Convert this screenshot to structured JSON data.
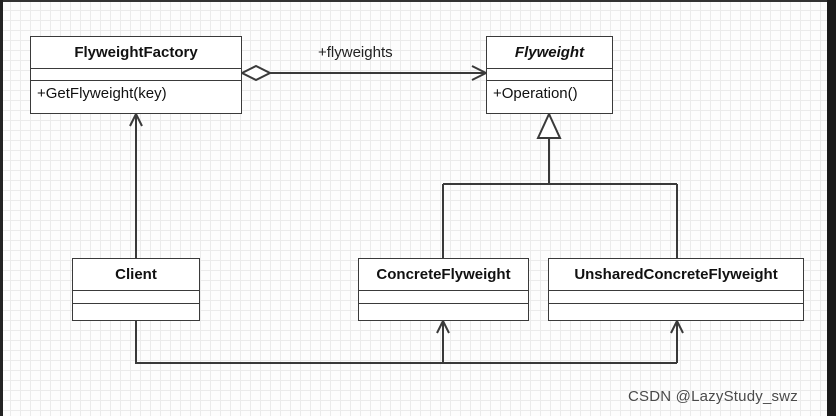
{
  "diagram": {
    "classes": {
      "factory": {
        "name": "FlyweightFactory",
        "operation": "+GetFlyweight(key)"
      },
      "flyweight": {
        "name": "Flyweight",
        "operation": "+Operation()"
      },
      "client": {
        "name": "Client"
      },
      "concrete": {
        "name": "ConcreteFlyweight"
      },
      "unshared": {
        "name": "UnsharedConcreteFlyweight"
      }
    },
    "association_label": "+flyweights"
  },
  "watermark": "CSDN @LazyStudy_swz",
  "colors": {
    "line": "#3a3a3a",
    "box_fill": "#ffffff",
    "grid": "#ebebeb"
  }
}
